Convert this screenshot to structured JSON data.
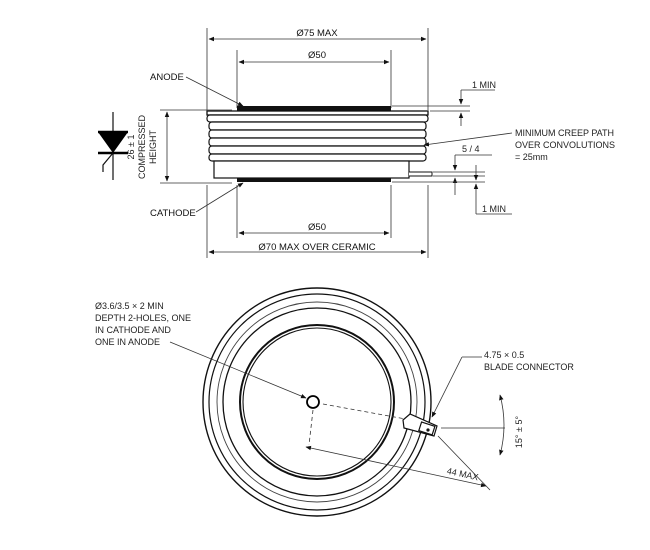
{
  "side_view": {
    "dim_top": "Ø75 MAX",
    "dim_inner_top": "Ø50",
    "dim_inner_bottom": "Ø50",
    "dim_bottom": "Ø70 MAX OVER CERAMIC",
    "label_anode": "ANODE",
    "label_cathode": "CATHODE",
    "dim_one_min_top": "1 MIN",
    "dim_one_min_bottom": "1 MIN",
    "dim_side": "5 / 4",
    "height_line1": "26 ± 1",
    "height_line2": "COMPRESSED",
    "height_line3": "HEIGHT",
    "creep_line1": "MINIMUM CREEP PATH",
    "creep_line2": "OVER CONVOLUTIONS",
    "creep_line3": "= 25mm"
  },
  "top_view": {
    "hole_line1": "Ø3.6/3.5 × 2 MIN",
    "hole_line2": "DEPTH 2-HOLES, ONE",
    "hole_line3": "IN CATHODE AND",
    "hole_line4": "ONE IN ANODE",
    "blade_line1": "4.75 × 0.5",
    "blade_line2": "BLADE CONNECTOR",
    "dim_angle": "15° ± 5°",
    "dim_length": "44 MAX"
  }
}
